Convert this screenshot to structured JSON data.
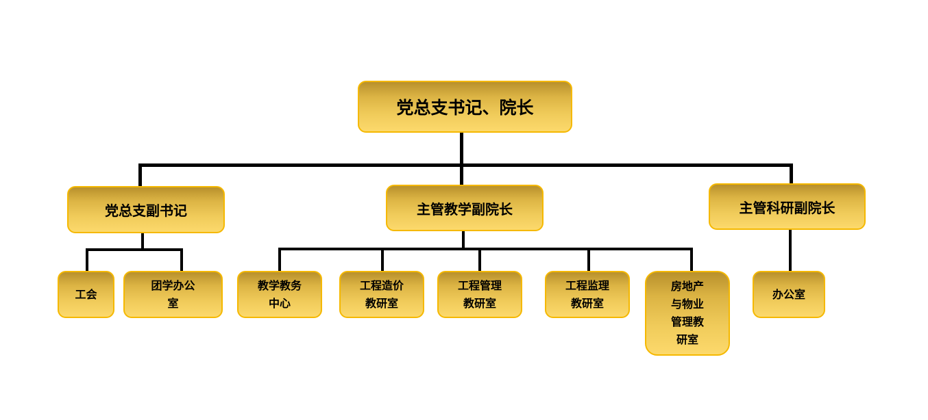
{
  "root": {
    "label": "党总支书记、院长"
  },
  "branches": [
    {
      "label": "党总支副书记",
      "children": [
        "工会",
        "团学办公\n室"
      ]
    },
    {
      "label": "主管教学副院长",
      "children": [
        "教学教务\n中心",
        "工程造价\n教研室",
        "工程管理\n教研室",
        "工程监理\n教研室",
        "房地产\n与物业\n管理教\n研室"
      ]
    },
    {
      "label": "主管科研副院长",
      "children": [
        "办公室"
      ]
    }
  ],
  "colors": {
    "border": "#f5b800",
    "gradient_top": "#b8902c",
    "gradient_bottom": "#fcd96c",
    "line": "#000000"
  }
}
